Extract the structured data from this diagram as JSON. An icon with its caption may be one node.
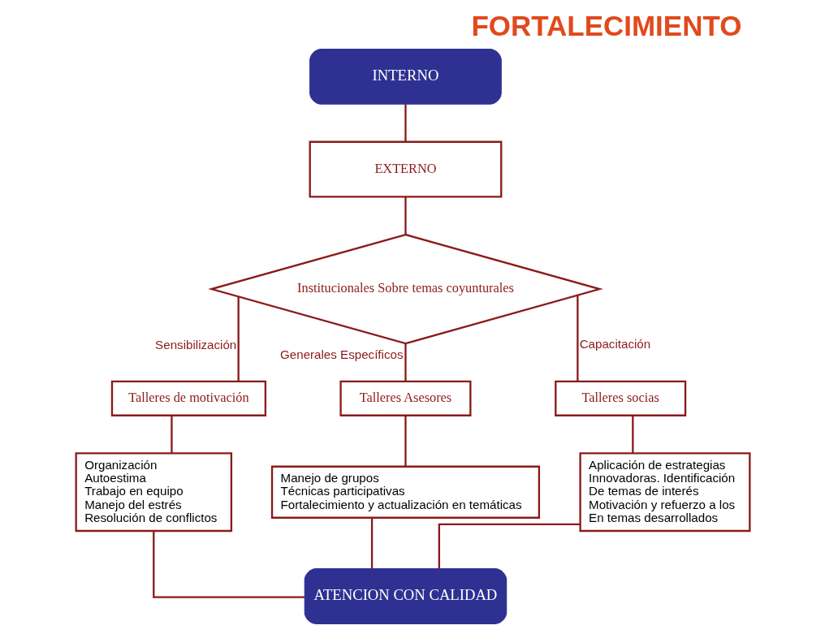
{
  "diagram": {
    "title": "FORTALECIMIENTO",
    "nodes": [
      {
        "text": [
          "INTERNO"
        ]
      },
      {
        "text": [
          "EXTERNO"
        ]
      },
      {
        "text": [
          "Institucionales Sobre temas coyunturales"
        ]
      },
      {
        "text": [
          "Talleres de motivación"
        ]
      },
      {
        "text": [
          "Organización",
          "Autoestima",
          "Trabajo en equipo",
          "Manejo del estrés",
          "Resolución de conflictos"
        ]
      },
      {
        "text": [
          "Talleres Asesores"
        ]
      },
      {
        "text": [
          "Manejo de grupos",
          "Técnicas participativas",
          "Fortalecimiento y actualización en temáticas"
        ]
      },
      {
        "text": [
          "Talleres socias"
        ]
      },
      {
        "text": [
          "Aplicación de estrategias",
          "Innovadoras. Identificación",
          "De temas de interés",
          "Motivación y refuerzo a los",
          "En temas desarrollados"
        ]
      },
      {
        "text": [
          "ATENCION CON CALIDAD"
        ]
      }
    ],
    "edges": [
      {
        "from": 0,
        "to": 1,
        "arrow": "none"
      },
      {
        "from": 1,
        "to": 2,
        "arrow": "none"
      },
      {
        "from": 2,
        "to": 3,
        "arrow": "none",
        "label": "Sensibilización"
      },
      {
        "from": 2,
        "to": 5,
        "arrow": "none",
        "label": "Generales Específicos"
      },
      {
        "from": 2,
        "to": 7,
        "arrow": "none",
        "label": "Capacitación"
      },
      {
        "from": 3,
        "to": 4,
        "arrow": "none"
      },
      {
        "from": 5,
        "to": 6,
        "arrow": "none"
      },
      {
        "from": 7,
        "to": 8,
        "arrow": "none"
      },
      {
        "from": 4,
        "to": 9,
        "arrow": "none"
      },
      {
        "from": 6,
        "to": 9,
        "arrow": "none"
      },
      {
        "from": 8,
        "to": 9,
        "arrow": "none"
      }
    ]
  }
}
